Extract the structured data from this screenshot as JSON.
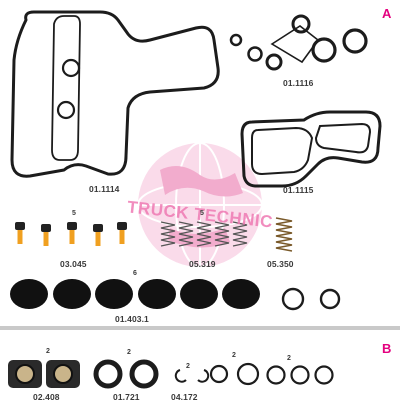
{
  "colors": {
    "section_mark": "#e4007f",
    "gasket": "#1c1c1c",
    "bolt": "#f0a020",
    "divider": "#c9c9c9",
    "watermark": "#f2a0c8"
  },
  "sections": {
    "a": "A",
    "b": "B"
  },
  "watermark": {
    "text": "TRUCK TECHNIC"
  },
  "parts_a": [
    {
      "code": "01.1116",
      "qty": ""
    },
    {
      "code": "01.1114",
      "qty": ""
    },
    {
      "code": "01.1115",
      "qty": ""
    },
    {
      "code": "03.045",
      "qty": "5"
    },
    {
      "code": "05.319",
      "qty": "5"
    },
    {
      "code": "05.350",
      "qty": ""
    },
    {
      "code": "01.403.1",
      "qty": "6"
    }
  ],
  "parts_b": [
    {
      "code": "02.408",
      "qty": "2"
    },
    {
      "code": "01.721",
      "qty": "2"
    },
    {
      "code": "04.172",
      "qty": "2"
    },
    {
      "code": "",
      "qty": "2"
    },
    {
      "code": "",
      "qty": "2"
    }
  ]
}
